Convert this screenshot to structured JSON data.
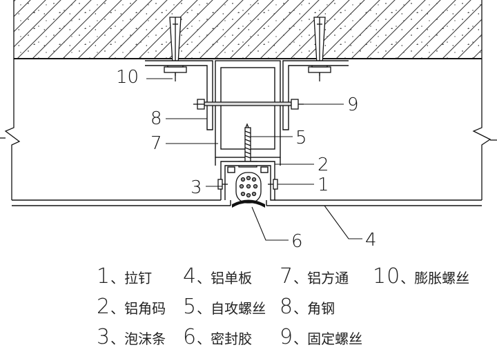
{
  "callouts": {
    "c1": "1",
    "c2": "2",
    "c3": "3",
    "c4": "4",
    "c5": "5",
    "c6": "6",
    "c7": "7",
    "c8": "8",
    "c9": "9",
    "c10": "10"
  },
  "legend": {
    "rows": [
      [
        {
          "num": "1",
          "sep": "、",
          "label": "拉钉"
        },
        {
          "num": "4",
          "sep": "、",
          "label": "铝单板"
        },
        {
          "num": "7",
          "sep": "、",
          "label": "铝方通"
        },
        {
          "num": "10",
          "sep": "、",
          "label": "膨胀螺丝"
        }
      ],
      [
        {
          "num": "2",
          "sep": "、",
          "label": "铝角码"
        },
        {
          "num": "5",
          "sep": "、",
          "label": "自攻螺丝"
        },
        {
          "num": "8",
          "sep": "、",
          "label": "角钢"
        }
      ],
      [
        {
          "num": "3",
          "sep": "、",
          "label": "泡沫条"
        },
        {
          "num": "6",
          "sep": "、",
          "label": "密封胶"
        },
        {
          "num": "9",
          "sep": "、",
          "label": "固定螺丝"
        }
      ]
    ]
  }
}
